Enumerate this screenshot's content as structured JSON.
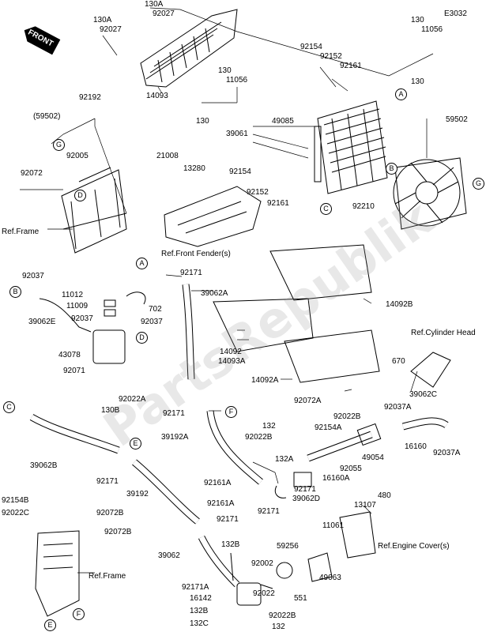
{
  "diagram_code": "E3032",
  "watermark": "PartsRepublik",
  "front_arrow": "FRONT",
  "circle_refs": [
    "A",
    "B",
    "C",
    "D",
    "E",
    "F",
    "G"
  ],
  "part_labels": [
    "130A",
    "92027",
    "130A",
    "92027",
    "14093",
    "130",
    "11056",
    "130",
    "130",
    "11056",
    "130",
    "92154",
    "92152",
    "92161",
    "49085",
    "39061",
    "59502",
    "92154",
    "92152",
    "92161",
    "92210",
    "92192",
    "(59502)",
    "92005",
    "21008",
    "13280",
    "92072",
    "Ref.Frame",
    "Ref.Front Fender(s)",
    "92037",
    "11012",
    "11009",
    "702",
    "92037",
    "39062E",
    "92037",
    "43078",
    "92071",
    "92022A",
    "130B",
    "92171",
    "39062A",
    "14092B",
    "14092",
    "14093A",
    "14092A",
    "92072A",
    "Ref.Cylinder Head",
    "670",
    "92171",
    "39192A",
    "132",
    "92022B",
    "92022B",
    "92154A",
    "16160",
    "49054",
    "39062C",
    "92037A",
    "92037A",
    "39062B",
    "92171",
    "39192",
    "132A",
    "16160A",
    "92055",
    "92171",
    "39062D",
    "92171",
    "92161A",
    "92161A",
    "92154B",
    "92022C",
    "92072B",
    "92072B",
    "92171",
    "39062",
    "132B",
    "92171A",
    "16142",
    "132B",
    "132C",
    "92002",
    "92022",
    "92022B",
    "132",
    "59256",
    "11061",
    "551",
    "49063",
    "13107",
    "480",
    "Ref.Engine Cover(s)",
    "Ref.Frame"
  ]
}
